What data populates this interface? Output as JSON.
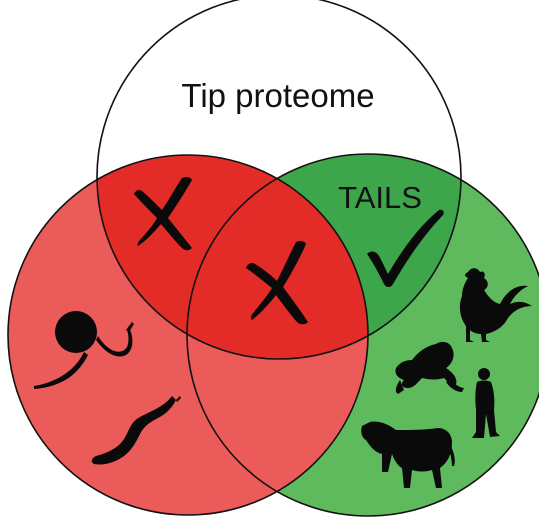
{
  "diagram": {
    "type": "venn",
    "sets": [
      {
        "key": "tip",
        "label": "Tip proteome"
      },
      {
        "key": "left",
        "label": ""
      },
      {
        "key": "right",
        "label": "TAILS"
      }
    ],
    "colors": {
      "white": "#ffffff",
      "left_only": "#ea5b59",
      "left_overlap": "#e32b27",
      "right_only": "#5fba5e",
      "right_overlap": "#3ea64a",
      "outline": "#111111",
      "mark": "#000000"
    },
    "marks": [
      {
        "region": "tip-left",
        "symbol": "cross-mark"
      },
      {
        "region": "center",
        "symbol": "cross-mark"
      },
      {
        "region": "tip-right",
        "symbol": "check-mark"
      }
    ],
    "silhouettes": {
      "left": [
        "amoeba-icon",
        "worm-icon"
      ],
      "right": [
        "rooster-icon",
        "frog-icon",
        "human-icon",
        "cow-icon"
      ]
    }
  }
}
